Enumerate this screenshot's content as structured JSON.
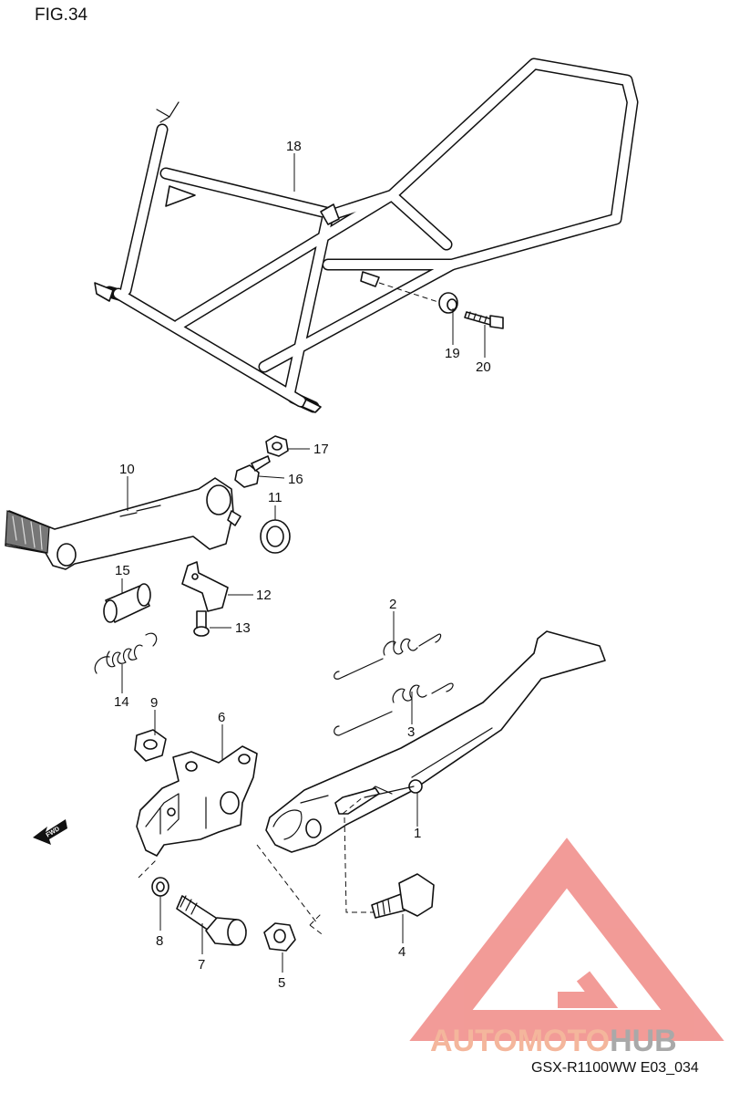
{
  "figure_label": "FIG.34",
  "model_code": "GSX-R1100WW  E03_034",
  "watermark": {
    "part1": "AUTOMOTO",
    "part2": "HUB",
    "color1": "#f4b69c",
    "color2": "#a9a9a9",
    "triangle_color": "#f08a86"
  },
  "arrow_label": "FWD",
  "callouts": [
    "18",
    "19",
    "20",
    "17",
    "16",
    "10",
    "11",
    "15",
    "12",
    "13",
    "14",
    "2",
    "3",
    "9",
    "6",
    "1",
    "8",
    "7",
    "5",
    "4"
  ]
}
